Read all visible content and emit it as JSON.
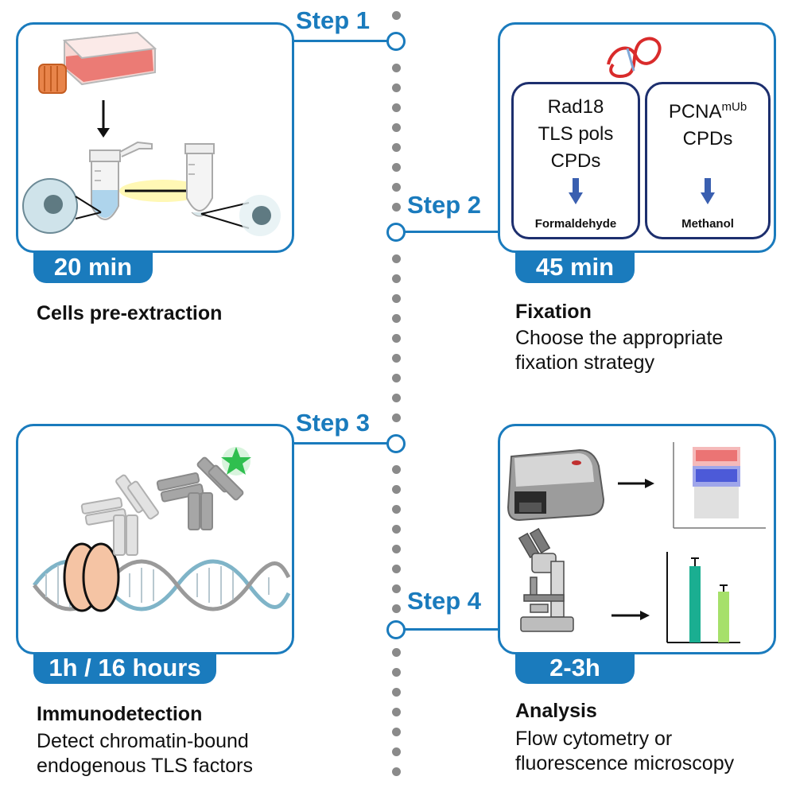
{
  "steps": [
    {
      "label": "Step 1",
      "time": "20 min",
      "title": "Cells pre-extraction",
      "description": ""
    },
    {
      "label": "Step 2",
      "time": "45 min",
      "title": "Fixation",
      "description_lines": [
        "Choose the appropriate",
        "fixation strategy"
      ],
      "strategies": [
        {
          "lines": [
            "Rad18",
            "TLS pols",
            "CPDs"
          ],
          "reagent": "Formaldehyde"
        },
        {
          "lines_html_base": "PCNA",
          "lines_html_sup": "mUb",
          "lines": [
            "CPDs"
          ],
          "reagent": "Methanol"
        }
      ]
    },
    {
      "label": "Step 3",
      "time": "1h / 16 hours",
      "title": "Immunodetection",
      "description_lines": [
        "Detect chromatin-bound",
        "endogenous  TLS factors"
      ]
    },
    {
      "label": "Step 4",
      "time": "2-3h",
      "title": "Analysis",
      "description_lines": [
        "Flow cytometry or",
        "fluorescence  microscopy"
      ]
    }
  ],
  "colors": {
    "accent": "#1a7bbd",
    "fix_box": "#1d2f6e",
    "timeline_dots": "#8a8a8a",
    "flask_red": "#e9716a",
    "cap_orange": "#e8844a",
    "protein": "#f5c4a4",
    "star": "#2fbf4f",
    "bar1": "#1aae91",
    "bar2": "#a6e06a",
    "flow_red": "#e23a3a",
    "flow_blue": "#2a3ad0"
  },
  "icons": [
    "culture-flask-icon",
    "tube-icon",
    "nucleus-icon",
    "dna-squiggle-icon",
    "down-arrow-icon",
    "antibody-icon",
    "fluorescent-star-icon",
    "dna-helix-icon",
    "flow-cytometer-icon",
    "microscope-icon",
    "scatter-plot-icon",
    "bar-chart-icon",
    "right-arrow-icon"
  ]
}
